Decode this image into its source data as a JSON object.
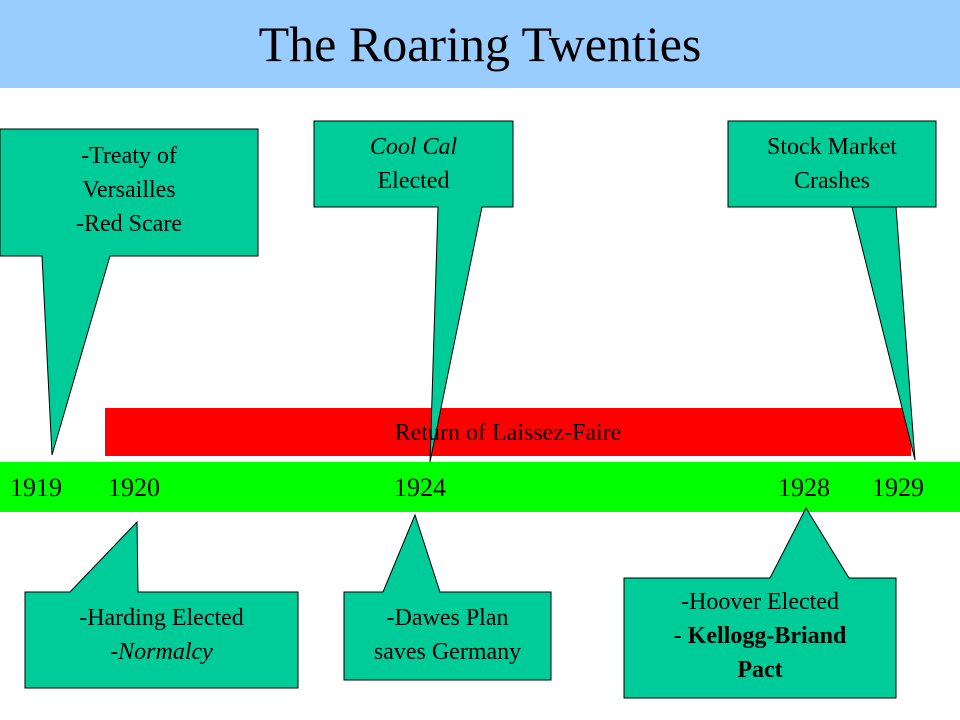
{
  "title": "The Roaring Twenties",
  "colors": {
    "title_bar": "#99ccff",
    "timeline": "#00ff00",
    "band": "#ff0000",
    "callout": "#00cc99"
  },
  "timeline": {
    "years": [
      "1919",
      "1920",
      "1924",
      "1928",
      "1929"
    ],
    "band_label": "Return of Laissez-Faire"
  },
  "callouts": {
    "c1919": {
      "line1": "-Treaty of",
      "line2": "Versailles",
      "line3": "-Red Scare"
    },
    "c1924_top": {
      "line1": "Cool Cal",
      "line2": "Elected"
    },
    "c1929": {
      "line1": "Stock Market",
      "line2": "Crashes"
    },
    "c1920": {
      "line1": "-Harding Elected",
      "line2_prefix": "-",
      "line2_italic": "Normalcy"
    },
    "c1924_bottom": {
      "line1": "-Dawes Plan",
      "line2": "saves Germany"
    },
    "c1928": {
      "line1": "-Hoover Elected",
      "line2_prefix": "- ",
      "line2_bold": "Kellogg-Briand",
      "line3_bold": "Pact"
    }
  }
}
